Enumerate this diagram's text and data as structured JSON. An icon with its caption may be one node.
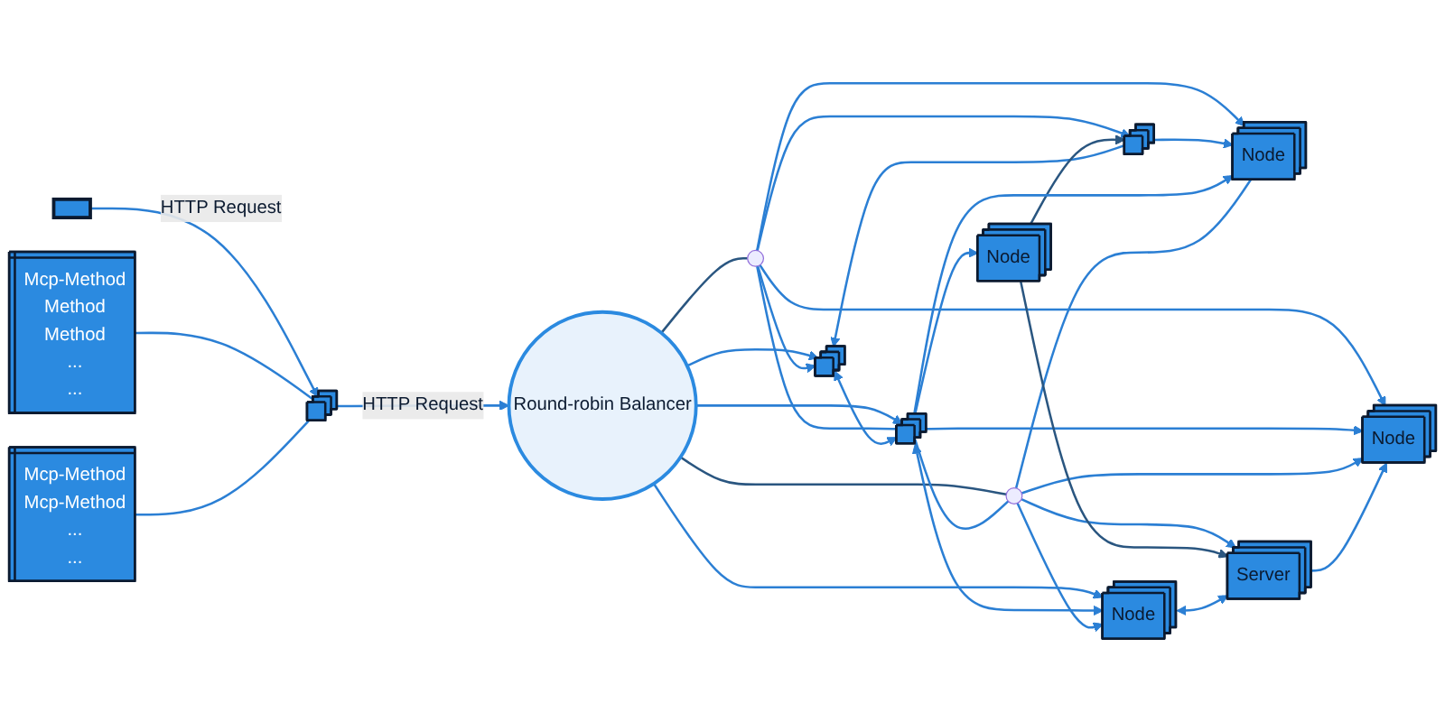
{
  "diagram": {
    "nodes": [
      {
        "text": [],
        "shape": "laptop"
      },
      {
        "text": [
          "Mcp-Method",
          "Method",
          "Method",
          "...",
          "..."
        ]
      },
      {
        "text": [
          "Mcp-Method",
          "Mcp-Method",
          "...",
          "..."
        ]
      },
      {
        "text": [],
        "shape": "server"
      },
      {
        "text": [
          "Round-robin Balancer"
        ]
      },
      {
        "text": [],
        "shape": "server"
      },
      {
        "text": [],
        "shape": "server"
      },
      {
        "text": [
          "Node"
        ]
      },
      {
        "text": [],
        "shape": "circle"
      },
      {
        "text": [],
        "shape": "server"
      },
      {
        "text": [
          "Node"
        ]
      },
      {
        "text": [],
        "shape": "circle"
      },
      {
        "text": [
          "Node"
        ]
      },
      {
        "text": [
          "Node"
        ]
      },
      {
        "text": [
          "Server"
        ]
      }
    ],
    "edges": [
      {
        "from": 0,
        "to": 3,
        "arrow": "to",
        "label": "HTTP Request"
      },
      {
        "from": 3,
        "to": 4,
        "arrow": "to",
        "label": "HTTP Request"
      },
      {
        "from": 1,
        "to": 3,
        "arrow": "none"
      },
      {
        "from": 2,
        "to": 3,
        "arrow": "none"
      },
      {
        "from": 4,
        "to": 6,
        "arrow": "to"
      },
      {
        "from": 4,
        "to": 9,
        "arrow": "to"
      },
      {
        "from": 4,
        "to": 12,
        "arrow": "to"
      },
      {
        "from": 4,
        "to": 8,
        "arrow": "none",
        "color": "#2a5680"
      },
      {
        "from": 4,
        "to": 11,
        "arrow": "none",
        "color": "#2a5680"
      },
      {
        "from": 8,
        "to": 5,
        "arrow": "to"
      },
      {
        "from": 8,
        "to": 6,
        "arrow": "to"
      },
      {
        "from": 8,
        "to": 7,
        "arrow": "to"
      },
      {
        "from": 8,
        "to": 9,
        "arrow": "none"
      },
      {
        "from": 8,
        "to": 13,
        "arrow": "to"
      },
      {
        "from": 5,
        "to": 6,
        "arrow": "to"
      },
      {
        "from": 5,
        "to": 7,
        "arrow": "to"
      },
      {
        "from": 10,
        "to": 5,
        "arrow": "to",
        "color": "#2a5680"
      },
      {
        "from": 6,
        "to": 9,
        "arrow": "both"
      },
      {
        "from": 9,
        "to": 7,
        "arrow": "to"
      },
      {
        "from": 9,
        "to": 10,
        "arrow": "to"
      },
      {
        "from": 9,
        "to": 12,
        "arrow": "both"
      },
      {
        "from": 9,
        "to": 13,
        "arrow": "to"
      },
      {
        "from": 9,
        "to": 11,
        "arrow": "none"
      },
      {
        "from": 11,
        "to": 12,
        "arrow": "to"
      },
      {
        "from": 11,
        "to": 14,
        "arrow": "to"
      },
      {
        "from": 11,
        "to": 13,
        "arrow": "to"
      },
      {
        "from": 11,
        "to": 7,
        "arrow": "none"
      },
      {
        "from": 10,
        "to": 14,
        "arrow": "to",
        "color": "#2a5680"
      },
      {
        "from": 12,
        "to": 14,
        "arrow": "both"
      },
      {
        "from": 14,
        "to": 13,
        "arrow": "to"
      }
    ]
  }
}
